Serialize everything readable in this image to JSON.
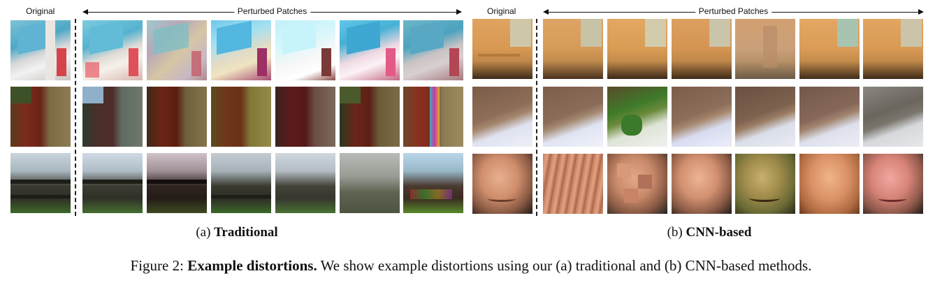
{
  "panel_a": {
    "original_label": "Original",
    "perturbed_label": "Perturbed Patches",
    "caption_prefix": "(a)",
    "caption_bold": "Traditional"
  },
  "panel_b": {
    "original_label": "Original",
    "perturbed_label": "Perturbed Patches",
    "caption_prefix": "(b)",
    "caption_bold": "CNN-based"
  },
  "figure_caption": {
    "number": "Figure 2:",
    "bold": "Example distortions.",
    "text": "We show example distortions using our (a) traditional and (b) CNN-based methods."
  }
}
